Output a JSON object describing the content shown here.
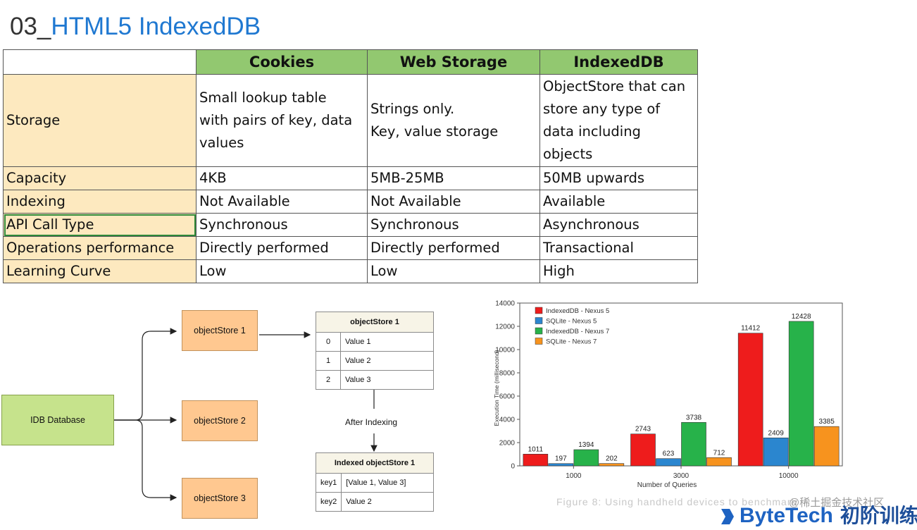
{
  "header": {
    "number": "03_",
    "title": "HTML5 IndexedDB"
  },
  "comparison": {
    "columns": [
      "",
      "Cookies",
      "Web Storage",
      "IndexedDB"
    ],
    "rows": [
      {
        "label": "Storage",
        "cells": [
          [
            "Small lookup table",
            "with pairs of key, data",
            "values"
          ],
          [
            "Strings only.",
            "Key, value storage"
          ],
          [
            "ObjectStore that can",
            "store any type of",
            "data including",
            "objects"
          ]
        ]
      },
      {
        "label": "Capacity",
        "cells": [
          [
            "4KB"
          ],
          [
            "5MB-25MB"
          ],
          [
            "50MB upwards"
          ]
        ]
      },
      {
        "label": "Indexing",
        "cells": [
          [
            "Not Available"
          ],
          [
            "Not Available"
          ],
          [
            "Available"
          ]
        ]
      },
      {
        "label": "API Call Type",
        "cells": [
          [
            "Synchronous"
          ],
          [
            "Synchronous"
          ],
          [
            "Asynchronous"
          ]
        ]
      },
      {
        "label": "Operations performance",
        "cells": [
          [
            "Directly performed"
          ],
          [
            "Directly performed"
          ],
          [
            "Transactional"
          ]
        ]
      },
      {
        "label": "Learning Curve",
        "cells": [
          [
            "Low"
          ],
          [
            "Low"
          ],
          [
            "High"
          ]
        ]
      }
    ]
  },
  "diagram": {
    "database": "IDB Database",
    "stores": [
      "objectStore 1",
      "objectStore 2",
      "objectStore 3"
    ],
    "store_table": {
      "title": "objectStore 1",
      "rows": [
        {
          "key": "0",
          "value": "Value 1"
        },
        {
          "key": "1",
          "value": "Value 2"
        },
        {
          "key": "2",
          "value": "Value 3"
        }
      ]
    },
    "arrow_label": "After Indexing",
    "indexed_table": {
      "title": "Indexed objectStore 1",
      "rows": [
        {
          "key": "key1",
          "value": "[Value 1, Value 3]"
        },
        {
          "key": "key2",
          "value": "Value 2"
        }
      ]
    }
  },
  "chart_data": {
    "type": "bar",
    "title": "",
    "xlabel": "Number of Queries",
    "ylabel": "Execution Time (millisecond)",
    "categories": [
      "1000",
      "3000",
      "10000"
    ],
    "ylim": [
      0,
      14000
    ],
    "yticks": [
      0,
      2000,
      4000,
      6000,
      8000,
      10000,
      12000,
      14000
    ],
    "legend_position": "top-left",
    "grid": false,
    "series": [
      {
        "name": "IndexedDB - Nexus 5",
        "color": "#ee1c1c",
        "values": [
          1011,
          2743,
          11412
        ]
      },
      {
        "name": "SQLite - Nexus 5",
        "color": "#2b86cf",
        "values": [
          197,
          623,
          2409
        ]
      },
      {
        "name": "IndexedDB - Nexus 7",
        "color": "#27b24a",
        "values": [
          1394,
          3738,
          12428
        ]
      },
      {
        "name": "SQLite - Nexus 7",
        "color": "#f7931e",
        "values": [
          202,
          712,
          3385
        ]
      }
    ]
  },
  "footer": {
    "caption": "Figure 8:  Using handheld devices to benchmark",
    "watermark": "@稀土掘金技术社区",
    "brand": "ByteTech",
    "brand_cn": "初阶训练"
  }
}
